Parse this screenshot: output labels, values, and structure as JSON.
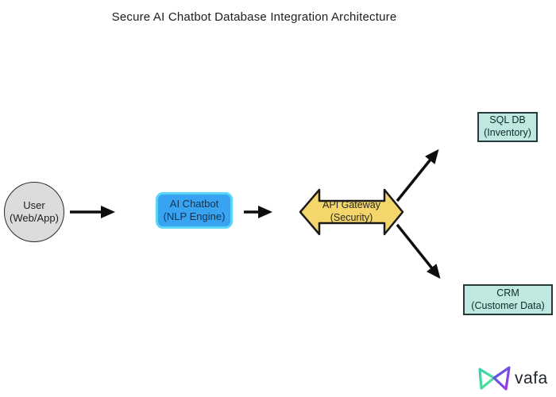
{
  "title": "Secure AI Chatbot Database Integration Architecture",
  "nodes": {
    "user": {
      "line1": "User",
      "line2": "(Web/App)"
    },
    "chatbot": {
      "line1": "AI Chatbot",
      "line2": "(NLP Engine)"
    },
    "gateway": {
      "line1": "API Gateway",
      "line2": "(Security)"
    },
    "sqldb": {
      "line1": "SQL DB",
      "line2": "(Inventory)"
    },
    "crm": {
      "line1": "CRM",
      "line2": "(Customer Data)"
    }
  },
  "edges": [
    {
      "from": "user",
      "to": "chatbot"
    },
    {
      "from": "chatbot",
      "to": "gateway"
    },
    {
      "from": "gateway",
      "to": "sqldb"
    },
    {
      "from": "gateway",
      "to": "crm"
    }
  ],
  "logo": {
    "text": "vafa"
  },
  "colors": {
    "chatbot_fill": "#38a3f1",
    "chatbot_border": "#5bd6f8",
    "chatbot_text": "#16324f",
    "gateway_fill": "#f5d66a",
    "gateway_border": "#1a1a1a",
    "db_fill": "#bfe9e0",
    "db_border": "#263a3a",
    "user_fill": "#dcdcdc",
    "user_border": "#2b2b2b",
    "arrow": "#0d0d0d",
    "logo_gradient_left": [
      "#31d3b0",
      "#5fe08a"
    ],
    "logo_gradient_right": [
      "#4a5fe0",
      "#a13ae6"
    ]
  }
}
